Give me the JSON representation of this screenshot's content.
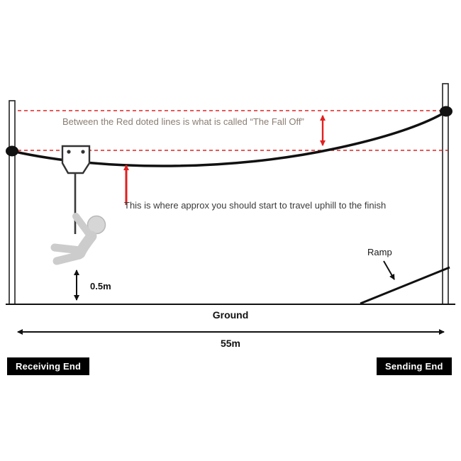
{
  "diagram": {
    "fall_off_note": "Between the Red doted lines is what is called “The Fall Off”",
    "uphill_note": "This is where approx you should start to travel uphill to the finish",
    "ramp_label": "Ramp",
    "ground_label": "Ground",
    "span_label": "55m",
    "clearance_label": "0.5m",
    "receiving_end_label": "Receiving End",
    "sending_end_label": "Sending End",
    "colors": {
      "red_accent": "#e02020",
      "note_gray": "#8a7d72",
      "line_black": "#111111"
    }
  }
}
